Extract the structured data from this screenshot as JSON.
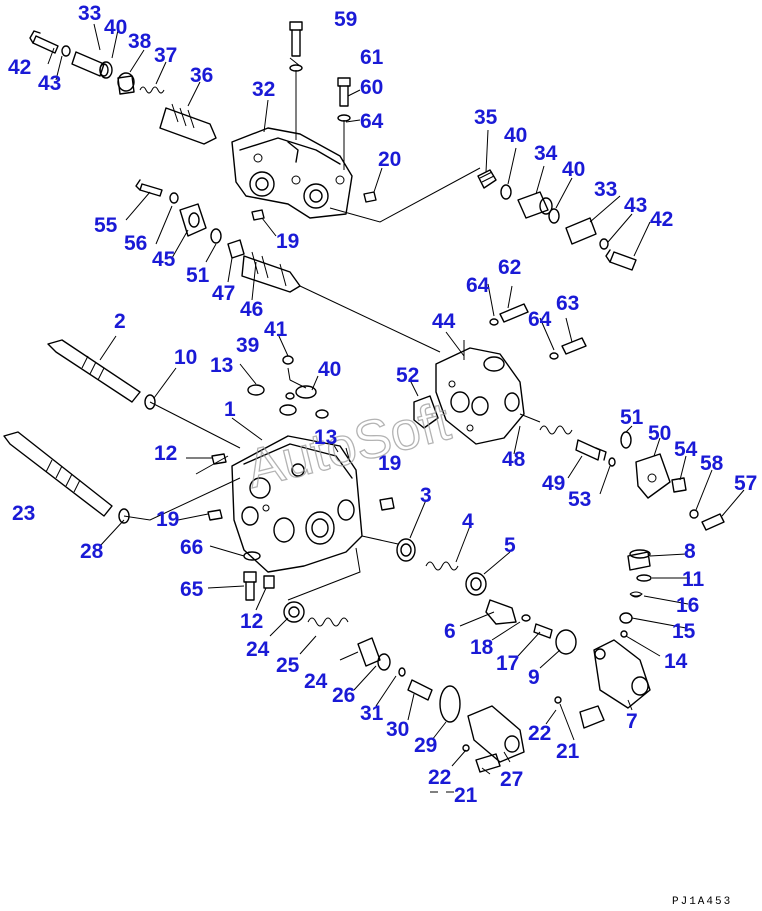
{
  "watermark": "AutoSoft",
  "drawing_code": "PJ1A453",
  "accent_color": "#1a1ad6",
  "callouts": {
    "c1": "1",
    "c2": "2",
    "c3": "3",
    "c4": "4",
    "c5": "5",
    "c6": "6",
    "c7": "7",
    "c8": "8",
    "c9": "9",
    "c10": "10",
    "c11": "11",
    "c12a": "12",
    "c12b": "12",
    "c13a": "13",
    "c13b": "13",
    "c14": "14",
    "c15": "15",
    "c16": "16",
    "c17": "17",
    "c18": "18",
    "c19a": "19",
    "c19b": "19",
    "c19c": "19",
    "c20": "20",
    "c21a": "21",
    "c21b": "21",
    "c22a": "22",
    "c22b": "22",
    "c23": "23",
    "c24a": "24",
    "c24b": "24",
    "c25": "25",
    "c26": "26",
    "c27": "27",
    "c28": "28",
    "c29": "29",
    "c30": "30",
    "c31": "31",
    "c32": "32",
    "c33a": "33",
    "c33b": "33",
    "c34": "34",
    "c35": "35",
    "c36": "36",
    "c37": "37",
    "c38": "38",
    "c39": "39",
    "c40a": "40",
    "c40b": "40",
    "c40c": "40",
    "c40d": "40",
    "c41": "41",
    "c42a": "42",
    "c42b": "42",
    "c43a": "43",
    "c43b": "43",
    "c44": "44",
    "c45": "45",
    "c46": "46",
    "c47": "47",
    "c48": "48",
    "c49": "49",
    "c50": "50",
    "c51a": "51",
    "c51b": "51",
    "c52": "52",
    "c53": "53",
    "c54": "54",
    "c55": "55",
    "c56": "56",
    "c57": "57",
    "c58": "58",
    "c59": "59",
    "c60": "60",
    "c61": "61",
    "c62": "62",
    "c63": "63",
    "c64a": "64",
    "c64b": "64",
    "c64c": "64",
    "c65": "65",
    "c66": "66"
  }
}
